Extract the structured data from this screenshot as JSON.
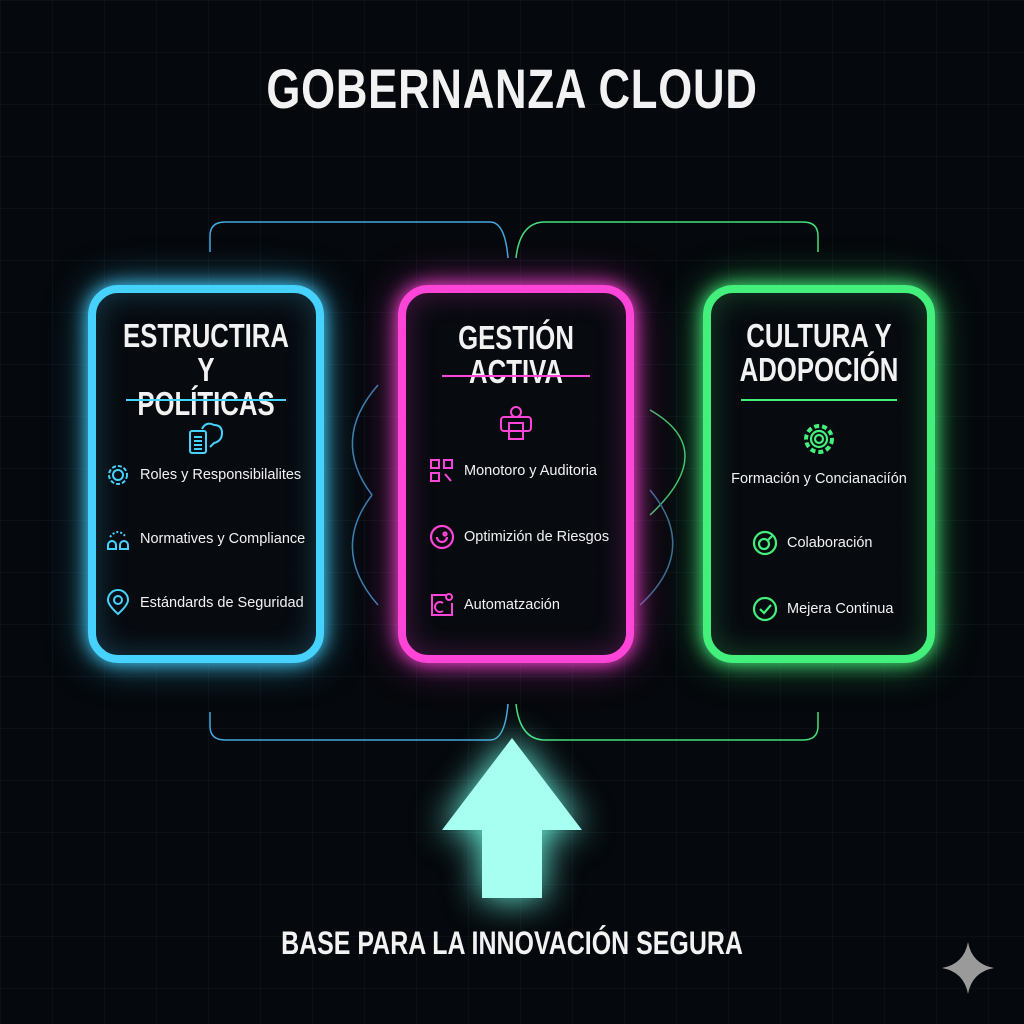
{
  "title": "GOBERNANZA CLOUD",
  "colors": {
    "structure": "#45d2ff",
    "management": "#ff44d8",
    "culture": "#44f07c",
    "arrow": "#a6fff0"
  },
  "cards": [
    {
      "title_line1": "ESTRUCTIRA Y",
      "title_line2": "POLÍTICAS",
      "main_icon": "document-cloud-icon",
      "items": [
        {
          "label": "Roles y Responsibilalites",
          "icon": "gear-icon"
        },
        {
          "label": "Normatives y Compliance",
          "icon": "people-icon"
        },
        {
          "label": "Estándards de Seguridad",
          "icon": "location-pin-icon"
        }
      ]
    },
    {
      "title_line1": "GESTIÓN ACTIVA",
      "main_icon": "presenter-icon",
      "items": [
        {
          "label": "Monotoro y Auditoria",
          "icon": "grid-icon"
        },
        {
          "label": "Optimizión de Riesgos",
          "icon": "refresh-icon"
        },
        {
          "label": "Automatzación",
          "icon": "automation-icon"
        }
      ]
    },
    {
      "title_line1": "CULTURA Y",
      "title_line2": "ADOPOCIÓN",
      "main_icon": "gear-icon",
      "items": [
        {
          "label": "Formación y Concianaciíón",
          "icon": ""
        },
        {
          "label": "Colaboración",
          "icon": "target-icon"
        },
        {
          "label": "Mejera Continua",
          "icon": "check-circle-icon"
        }
      ]
    }
  ],
  "footer": "BASE PARA LA INNOVACIÓN SEGURA",
  "watermark_icon": "sparkle-icon"
}
